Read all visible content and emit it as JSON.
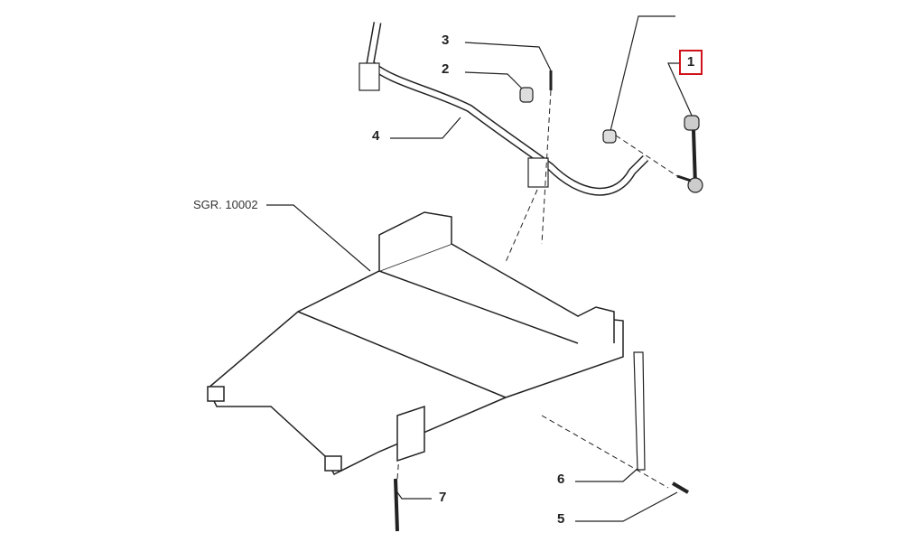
{
  "diagram": {
    "callouts": [
      {
        "id": "1",
        "label": "1",
        "highlighted": true
      },
      {
        "id": "2",
        "label": "2"
      },
      {
        "id": "3",
        "label": "3"
      },
      {
        "id": "4",
        "label": "4"
      },
      {
        "id": "5",
        "label": "5"
      },
      {
        "id": "6",
        "label": "6"
      },
      {
        "id": "7",
        "label": "7"
      }
    ],
    "reference": "SGR. 10002",
    "highlight_color": "#d0121b"
  }
}
